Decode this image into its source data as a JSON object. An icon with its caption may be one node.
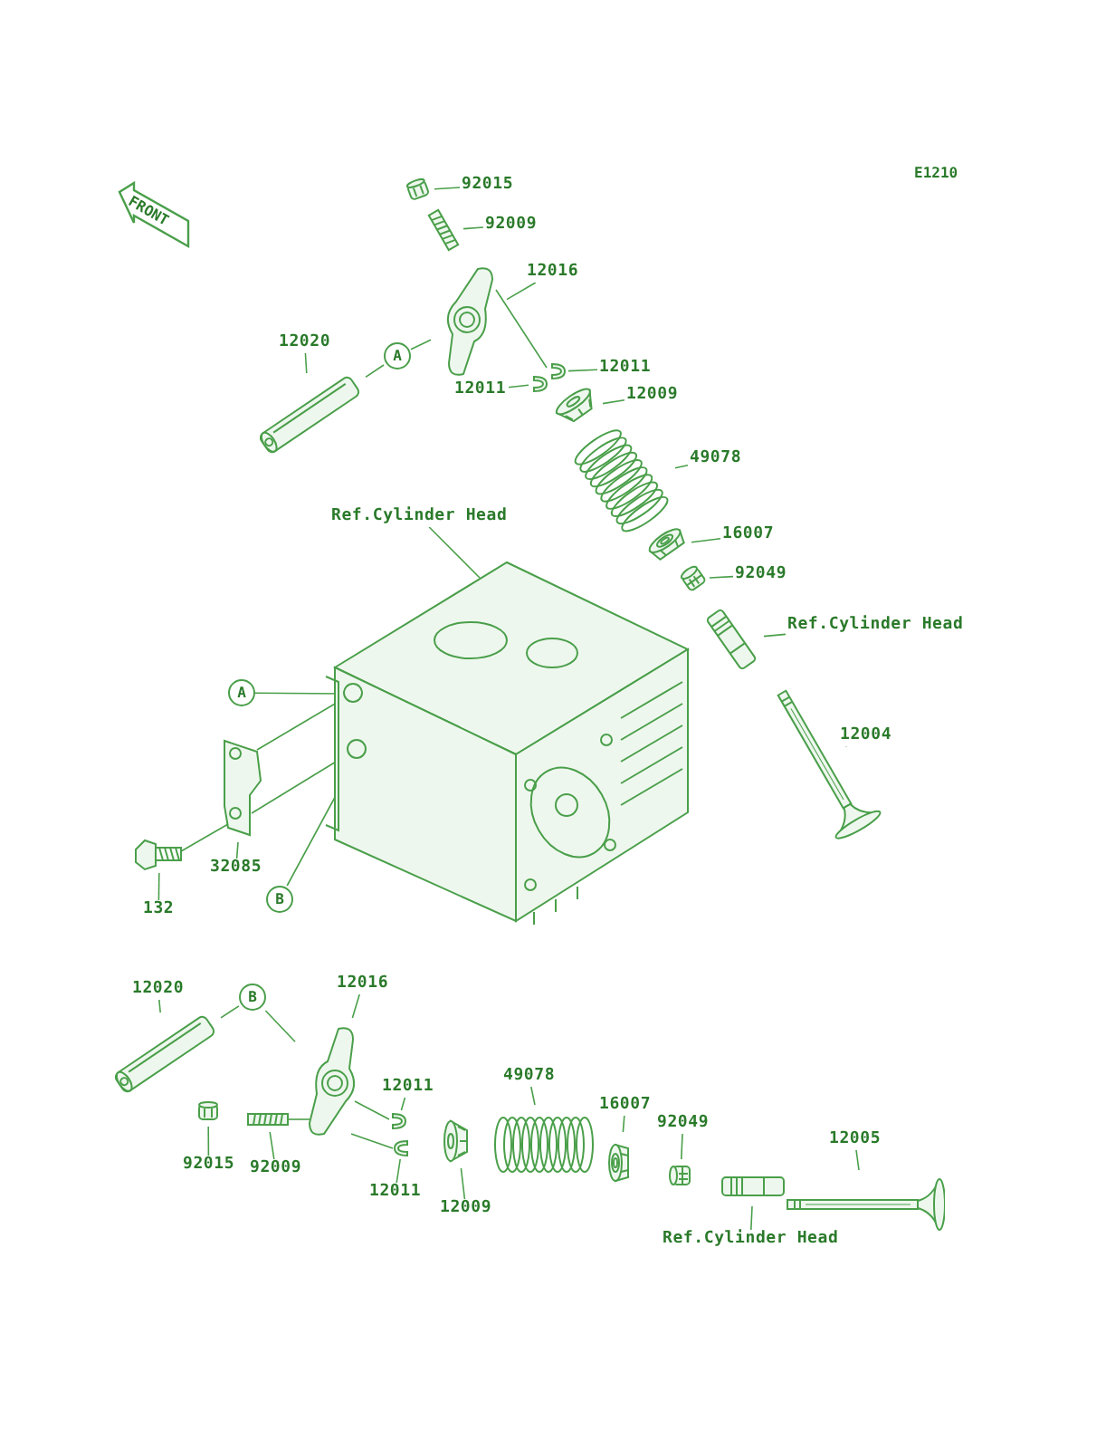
{
  "diagram": {
    "nodes": [
      {
        "text": [
          "92015"
        ]
      },
      {
        "text": [],
        "shape": "picture"
      },
      {
        "text": [
          "92009"
        ]
      },
      {
        "text": [],
        "shape": "picture"
      },
      {
        "text": [
          "12016"
        ]
      },
      {
        "text": [],
        "shape": "picture"
      },
      {
        "text": [
          "12020"
        ]
      },
      {
        "text": [],
        "shape": "picture"
      },
      {
        "text": [
          "A"
        ]
      },
      {
        "text": [
          "12011"
        ]
      },
      {
        "text": [],
        "shape": "picture"
      },
      {
        "text": [
          "12011"
        ]
      },
      {
        "text": [],
        "shape": "picture"
      },
      {
        "text": [
          "12009"
        ]
      },
      {
        "text": [],
        "shape": "picture"
      },
      {
        "text": [
          "49078"
        ]
      },
      {
        "text": [],
        "shape": "picture"
      },
      {
        "text": [
          "Ref.Cylinder Head"
        ]
      },
      {
        "text": [],
        "shape": "picture"
      },
      {
        "text": [
          "16007"
        ]
      },
      {
        "text": [],
        "shape": "picture"
      },
      {
        "text": [
          "92049"
        ]
      },
      {
        "text": [],
        "shape": "picture"
      },
      {
        "text": [
          "Ref.Cylinder Head"
        ]
      },
      {
        "text": [],
        "shape": "picture"
      },
      {
        "text": [
          "12004"
        ]
      },
      {
        "text": [],
        "shape": "picture"
      },
      {
        "text": [
          "A"
        ]
      },
      {
        "text": [],
        "shape": "picture"
      },
      {
        "text": [
          "32085"
        ]
      },
      {
        "text": [],
        "shape": "picture"
      },
      {
        "text": [
          "132"
        ]
      },
      {
        "text": [
          "B"
        ]
      },
      {
        "text": [
          "12020"
        ]
      },
      {
        "text": [
          "B"
        ]
      },
      {
        "text": [
          "12016"
        ]
      },
      {
        "text": [],
        "shape": "picture"
      },
      {
        "text": [],
        "shape": "picture"
      },
      {
        "text": [
          "12011"
        ]
      },
      {
        "text": [],
        "shape": "picture"
      },
      {
        "text": [
          "49078"
        ]
      },
      {
        "text": [],
        "shape": "picture"
      },
      {
        "text": [
          "16007"
        ]
      },
      {
        "text": [],
        "shape": "picture"
      },
      {
        "text": [
          "92049"
        ]
      },
      {
        "text": [],
        "shape": "picture"
      },
      {
        "text": [
          "12005"
        ]
      },
      {
        "text": [],
        "shape": "picture"
      },
      {
        "text": [],
        "shape": "picture"
      },
      {
        "text": [],
        "shape": "picture"
      },
      {
        "text": [
          "92015"
        ]
      },
      {
        "text": [
          "92009"
        ]
      },
      {
        "text": [],
        "shape": "picture"
      },
      {
        "text": [
          "12011"
        ]
      },
      {
        "text": [],
        "shape": "picture"
      },
      {
        "text": [
          "12009"
        ]
      },
      {
        "text": [],
        "shape": "picture"
      },
      {
        "text": [
          "Ref.Cylinder Head"
        ]
      }
    ],
    "edges": [
      {
        "from": 0,
        "to": 1,
        "arrow": "none"
      },
      {
        "from": 2,
        "to": 3,
        "arrow": "none"
      },
      {
        "from": 4,
        "to": 5,
        "arrow": "none"
      },
      {
        "from": 6,
        "to": 7,
        "arrow": "none"
      },
      {
        "from": 8,
        "to": 7,
        "arrow": "none"
      },
      {
        "from": 8,
        "to": 5,
        "arrow": "none"
      },
      {
        "from": 9,
        "to": 10,
        "arrow": "none"
      },
      {
        "from": 11,
        "to": 12,
        "arrow": "none"
      },
      {
        "from": 13,
        "to": 14,
        "arrow": "none"
      },
      {
        "from": 15,
        "to": 16,
        "arrow": "none"
      },
      {
        "from": 17,
        "to": 18,
        "arrow": "none"
      },
      {
        "from": 19,
        "to": 20,
        "arrow": "none"
      },
      {
        "from": 21,
        "to": 22,
        "arrow": "none"
      },
      {
        "from": 23,
        "to": 24,
        "arrow": "none"
      },
      {
        "from": 25,
        "to": 26,
        "arrow": "none"
      },
      {
        "from": 27,
        "to": 18,
        "arrow": "none"
      },
      {
        "from": 29,
        "to": 28,
        "arrow": "none"
      },
      {
        "from": 31,
        "to": 30,
        "arrow": "none"
      },
      {
        "from": 32,
        "to": 18,
        "arrow": "none"
      },
      {
        "from": 33,
        "to": 36,
        "arrow": "none"
      },
      {
        "from": 34,
        "to": 36,
        "arrow": "none"
      },
      {
        "from": 34,
        "to": 37,
        "arrow": "none"
      },
      {
        "from": 35,
        "to": 37,
        "arrow": "none"
      },
      {
        "from": 38,
        "to": 39,
        "arrow": "none"
      },
      {
        "from": 40,
        "to": 41,
        "arrow": "none"
      },
      {
        "from": 42,
        "to": 43,
        "arrow": "none"
      },
      {
        "from": 44,
        "to": 45,
        "arrow": "none"
      },
      {
        "from": 46,
        "to": 47,
        "arrow": "none"
      },
      {
        "from": 50,
        "to": 48,
        "arrow": "none"
      },
      {
        "from": 51,
        "to": 49,
        "arrow": "none"
      },
      {
        "from": 53,
        "to": 52,
        "arrow": "none"
      },
      {
        "from": 55,
        "to": 54,
        "arrow": "none"
      },
      {
        "from": 57,
        "to": 56,
        "arrow": "none"
      },
      {
        "from": 5,
        "to": 10,
        "arrow": "none"
      },
      {
        "from": 28,
        "to": 18,
        "arrow": "none"
      },
      {
        "from": 28,
        "to": 18,
        "arrow": "none"
      },
      {
        "from": 30,
        "to": 28,
        "arrow": "none"
      },
      {
        "from": 49,
        "to": 37,
        "arrow": "none"
      },
      {
        "from": 37,
        "to": 39,
        "arrow": "none"
      },
      {
        "from": 37,
        "to": 52,
        "arrow": "none"
      }
    ],
    "labels": [
      "E1210",
      "FRONT"
    ]
  }
}
